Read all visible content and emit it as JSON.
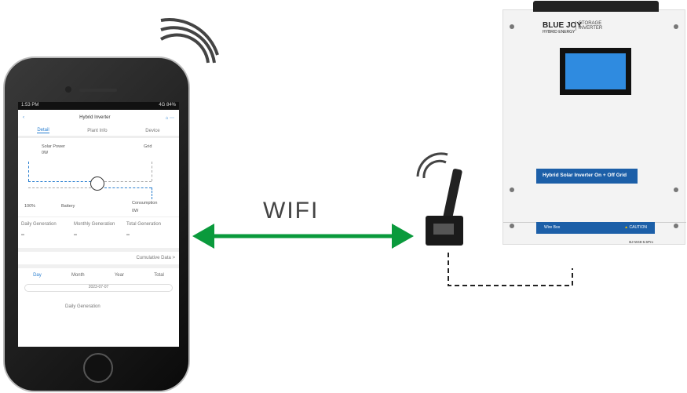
{
  "link_label": "WIFI",
  "phone": {
    "status_time": "1:53 PM",
    "status_right": "4G 84%",
    "title": "Hybrid Inverter",
    "tabs": [
      "Detail",
      "Plant Info",
      "Device"
    ],
    "flow": {
      "solar": "Solar Power",
      "solar_value": "0W",
      "grid": "Grid",
      "battery": "Battery",
      "battery_value": "100%",
      "consumption": "Consumption",
      "consumption_value": "0W"
    },
    "stats": [
      {
        "label": "Daily Generation",
        "value": "--"
      },
      {
        "label": "Monthly Generation",
        "value": "--"
      },
      {
        "label": "Total Generation",
        "value": "--"
      }
    ],
    "more_link": "Cumulative Data >",
    "period_tabs": [
      "Day",
      "Month",
      "Year",
      "Total"
    ],
    "date": "2023-07-07",
    "chart_title": "Daily Generation"
  },
  "inverter": {
    "brand": "BLUE JOY",
    "brand_sub": "HYBRID ENERGY",
    "product_line": "STORAGE INVERTER",
    "band_label": "Hybrid Solar Inverter On + Off Grid",
    "wire_box": "Wire Box",
    "caution": "CAUTION",
    "model": "BJ-W48-5.5Pro"
  },
  "colors": {
    "arrow": "#0a9a3c",
    "accent": "#1c5fa8"
  }
}
